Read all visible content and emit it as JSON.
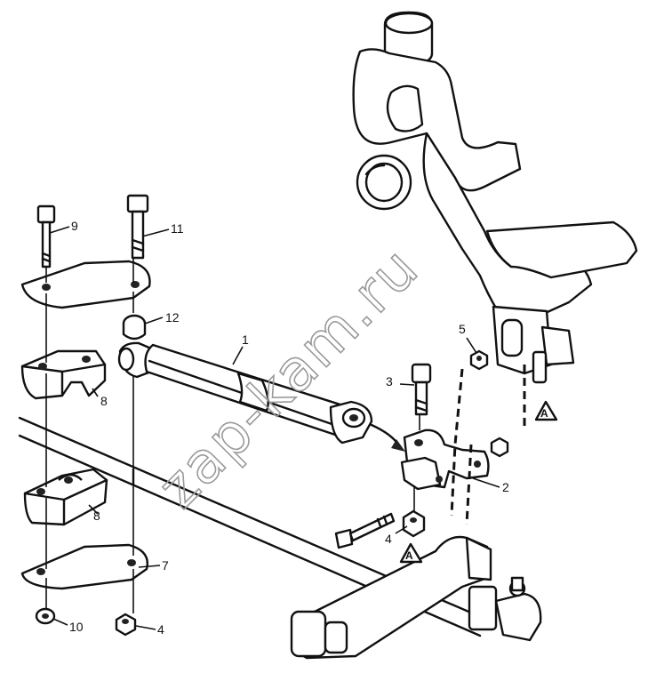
{
  "watermark": "zap-kam.ru",
  "callouts": [
    {
      "id": "c1",
      "label": "1"
    },
    {
      "id": "c2",
      "label": "2"
    },
    {
      "id": "c3",
      "label": "3"
    },
    {
      "id": "c4a",
      "label": "4"
    },
    {
      "id": "c4b",
      "label": "4"
    },
    {
      "id": "c5",
      "label": "5"
    },
    {
      "id": "c7",
      "label": "7"
    },
    {
      "id": "c8a",
      "label": "8"
    },
    {
      "id": "c8b",
      "label": "8"
    },
    {
      "id": "c9",
      "label": "9"
    },
    {
      "id": "c10",
      "label": "10"
    },
    {
      "id": "c11",
      "label": "11"
    },
    {
      "id": "c12",
      "label": "12"
    }
  ],
  "view_marks": [
    {
      "id": "ma1",
      "label": "A"
    },
    {
      "id": "ma2",
      "label": "A"
    }
  ]
}
